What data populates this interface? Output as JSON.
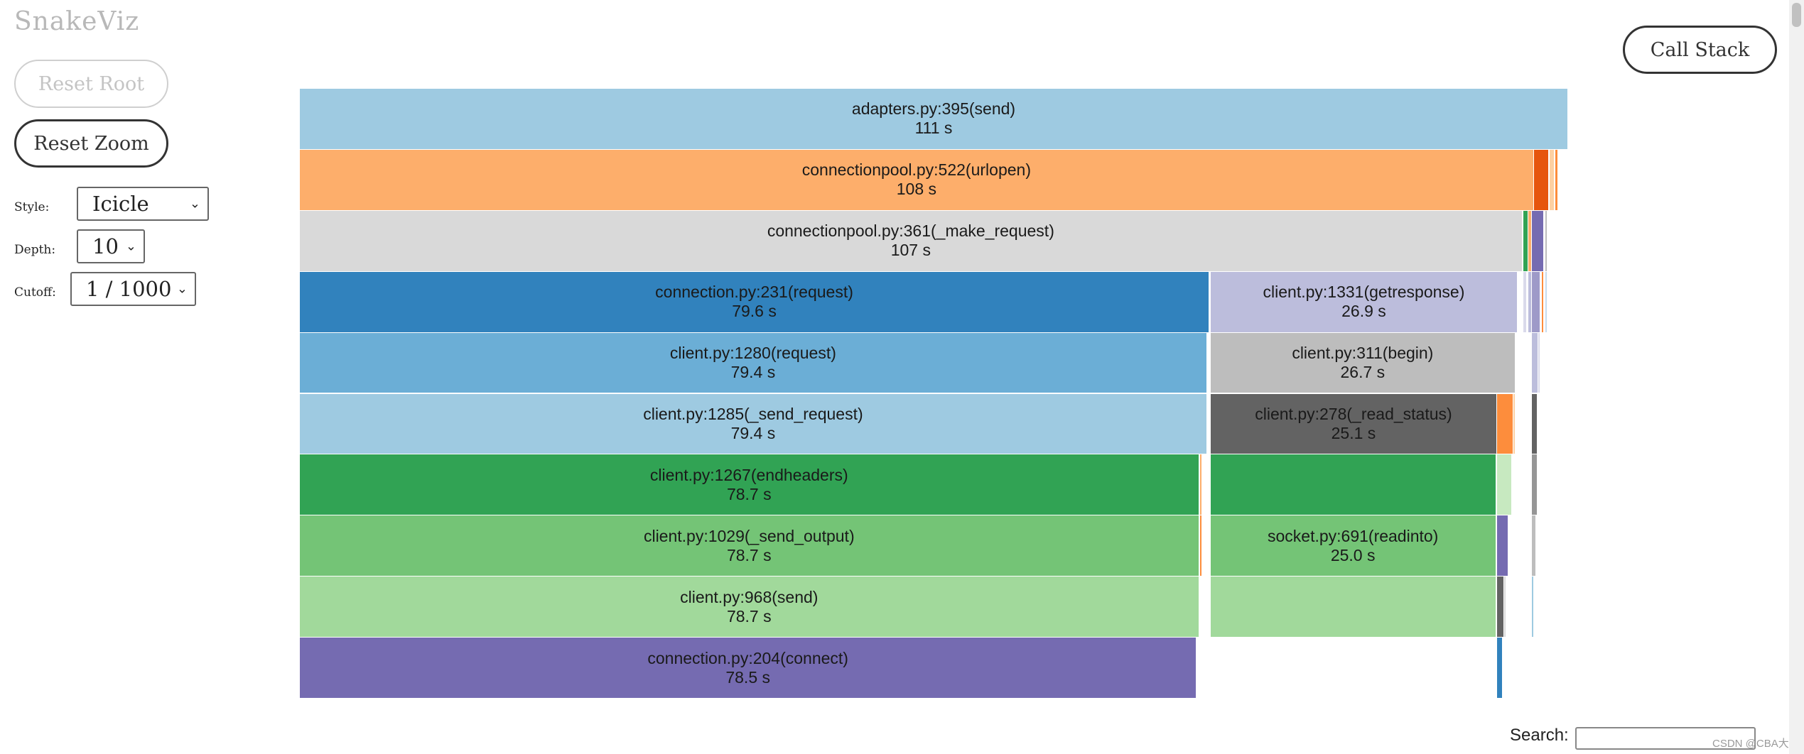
{
  "app": {
    "title": "SnakeViz"
  },
  "buttons": {
    "reset_root": "Reset Root",
    "reset_zoom": "Reset Zoom",
    "call_stack": "Call Stack"
  },
  "controls": {
    "style": {
      "label": "Style:",
      "value": "Icicle"
    },
    "depth": {
      "label": "Depth:",
      "value": "10"
    },
    "cutoff": {
      "label": "Cutoff:",
      "value": "1 / 1000"
    }
  },
  "search": {
    "label": "Search:",
    "value": ""
  },
  "watermark": "CSDN @CBA大董",
  "icicle": {
    "total_seconds": 111,
    "levels": 10,
    "nodes": [
      {
        "level": 0,
        "start": 0,
        "time": 111,
        "color": "#9ecae1",
        "name": "adapters.py:395(send)",
        "time_label": "111 s"
      },
      {
        "level": 1,
        "start": 0,
        "time": 108,
        "color": "#fdae6b",
        "name": "connectionpool.py:522(urlopen)",
        "time_label": "108 s"
      },
      {
        "level": 1,
        "start": 108.0,
        "time": 1.3,
        "color": "#e6550d"
      },
      {
        "level": 1,
        "start": 109.4,
        "time": 0.4,
        "color": "#fdd0a2"
      },
      {
        "level": 1,
        "start": 109.9,
        "time": 0.2,
        "color": "#fd8d3c"
      },
      {
        "level": 2,
        "start": 0,
        "time": 107,
        "color": "#d9d9d9",
        "name": "connectionpool.py:361(_make_request)",
        "time_label": "107 s"
      },
      {
        "level": 2,
        "start": 107.1,
        "time": 0.4,
        "color": "#31a354"
      },
      {
        "level": 2,
        "start": 107.5,
        "time": 0.3,
        "color": "#fdae6b"
      },
      {
        "level": 2,
        "start": 107.8,
        "time": 1.1,
        "color": "#756bb1"
      },
      {
        "level": 2,
        "start": 109.0,
        "time": 0.2,
        "color": "#bdbdbd"
      },
      {
        "level": 3,
        "start": 0,
        "time": 79.6,
        "color": "#3182bd",
        "name": "connection.py:231(request)",
        "time_label": "79.6 s"
      },
      {
        "level": 3,
        "start": 79.7,
        "time": 26.9,
        "color": "#bcbddc",
        "name": "client.py:1331(getresponse)",
        "time_label": "26.9 s"
      },
      {
        "level": 3,
        "start": 107.1,
        "time": 0.3,
        "color": "#dadaeb"
      },
      {
        "level": 3,
        "start": 107.5,
        "time": 0.3,
        "color": "#bcbddc"
      },
      {
        "level": 3,
        "start": 107.8,
        "time": 0.8,
        "color": "#9e9ac8"
      },
      {
        "level": 3,
        "start": 108.7,
        "time": 0.2,
        "color": "#fd8d3c"
      },
      {
        "level": 3,
        "start": 109.0,
        "time": 0.2,
        "color": "#c6dbef"
      },
      {
        "level": 4,
        "start": 0,
        "time": 79.4,
        "color": "#6baed6",
        "name": "client.py:1280(request)",
        "time_label": "79.4 s"
      },
      {
        "level": 4,
        "start": 79.7,
        "time": 26.7,
        "color": "#bdbdbd",
        "name": "client.py:311(begin)",
        "time_label": "26.7 s"
      },
      {
        "level": 4,
        "start": 107.8,
        "time": 0.6,
        "color": "#bcbddc"
      },
      {
        "level": 4,
        "start": 108.4,
        "time": 0.2,
        "color": "#dadaeb"
      },
      {
        "level": 5,
        "start": 0,
        "time": 79.4,
        "color": "#9ecae1",
        "name": "client.py:1285(_send_request)",
        "time_label": "79.4 s"
      },
      {
        "level": 5,
        "start": 79.7,
        "time": 25.1,
        "color": "#636363",
        "name": "client.py:278(_read_status)",
        "time_label": "25.1 s"
      },
      {
        "level": 5,
        "start": 104.8,
        "time": 1.4,
        "color": "#fd8d3c"
      },
      {
        "level": 5,
        "start": 106.2,
        "time": 0.2,
        "color": "#fdd0a2"
      },
      {
        "level": 5,
        "start": 107.8,
        "time": 0.5,
        "color": "#636363"
      },
      {
        "level": 6,
        "start": 0,
        "time": 78.7,
        "color": "#31a354",
        "name": "client.py:1267(endheaders)",
        "time_label": "78.7 s"
      },
      {
        "level": 6,
        "start": 78.8,
        "time": 0.2,
        "color": "#fdae6b"
      },
      {
        "level": 6,
        "start": 79.7,
        "time": 25.0,
        "color": "#31a354"
      },
      {
        "level": 6,
        "start": 104.8,
        "time": 1.3,
        "color": "#c7e9c0"
      },
      {
        "level": 6,
        "start": 107.8,
        "time": 0.5,
        "color": "#969696"
      },
      {
        "level": 7,
        "start": 0,
        "time": 78.7,
        "color": "#74c476",
        "name": "client.py:1029(_send_output)",
        "time_label": "78.7 s"
      },
      {
        "level": 7,
        "start": 78.8,
        "time": 0.2,
        "color": "#fd8d3c"
      },
      {
        "level": 7,
        "start": 79.7,
        "time": 25.0,
        "color": "#74c476",
        "name": "socket.py:691(readinto)",
        "time_label": "25.0 s"
      },
      {
        "level": 7,
        "start": 104.8,
        "time": 1.0,
        "color": "#756bb1"
      },
      {
        "level": 7,
        "start": 107.8,
        "time": 0.4,
        "color": "#bdbdbd"
      },
      {
        "level": 8,
        "start": 0,
        "time": 78.7,
        "color": "#a1d99b",
        "name": "client.py:968(send)",
        "time_label": "78.7 s"
      },
      {
        "level": 8,
        "start": 79.7,
        "time": 25.0,
        "color": "#a1d99b"
      },
      {
        "level": 8,
        "start": 104.8,
        "time": 0.6,
        "color": "#636363"
      },
      {
        "level": 8,
        "start": 105.4,
        "time": 0.2,
        "color": "#d9d9d9"
      },
      {
        "level": 8,
        "start": 107.8,
        "time": 0.2,
        "color": "#9ecae1"
      },
      {
        "level": 9,
        "start": 0,
        "time": 78.5,
        "color": "#756bb1",
        "name": "connection.py:204(connect)",
        "time_label": "78.5 s"
      },
      {
        "level": 9,
        "start": 104.8,
        "time": 0.5,
        "color": "#3182bd"
      }
    ]
  }
}
